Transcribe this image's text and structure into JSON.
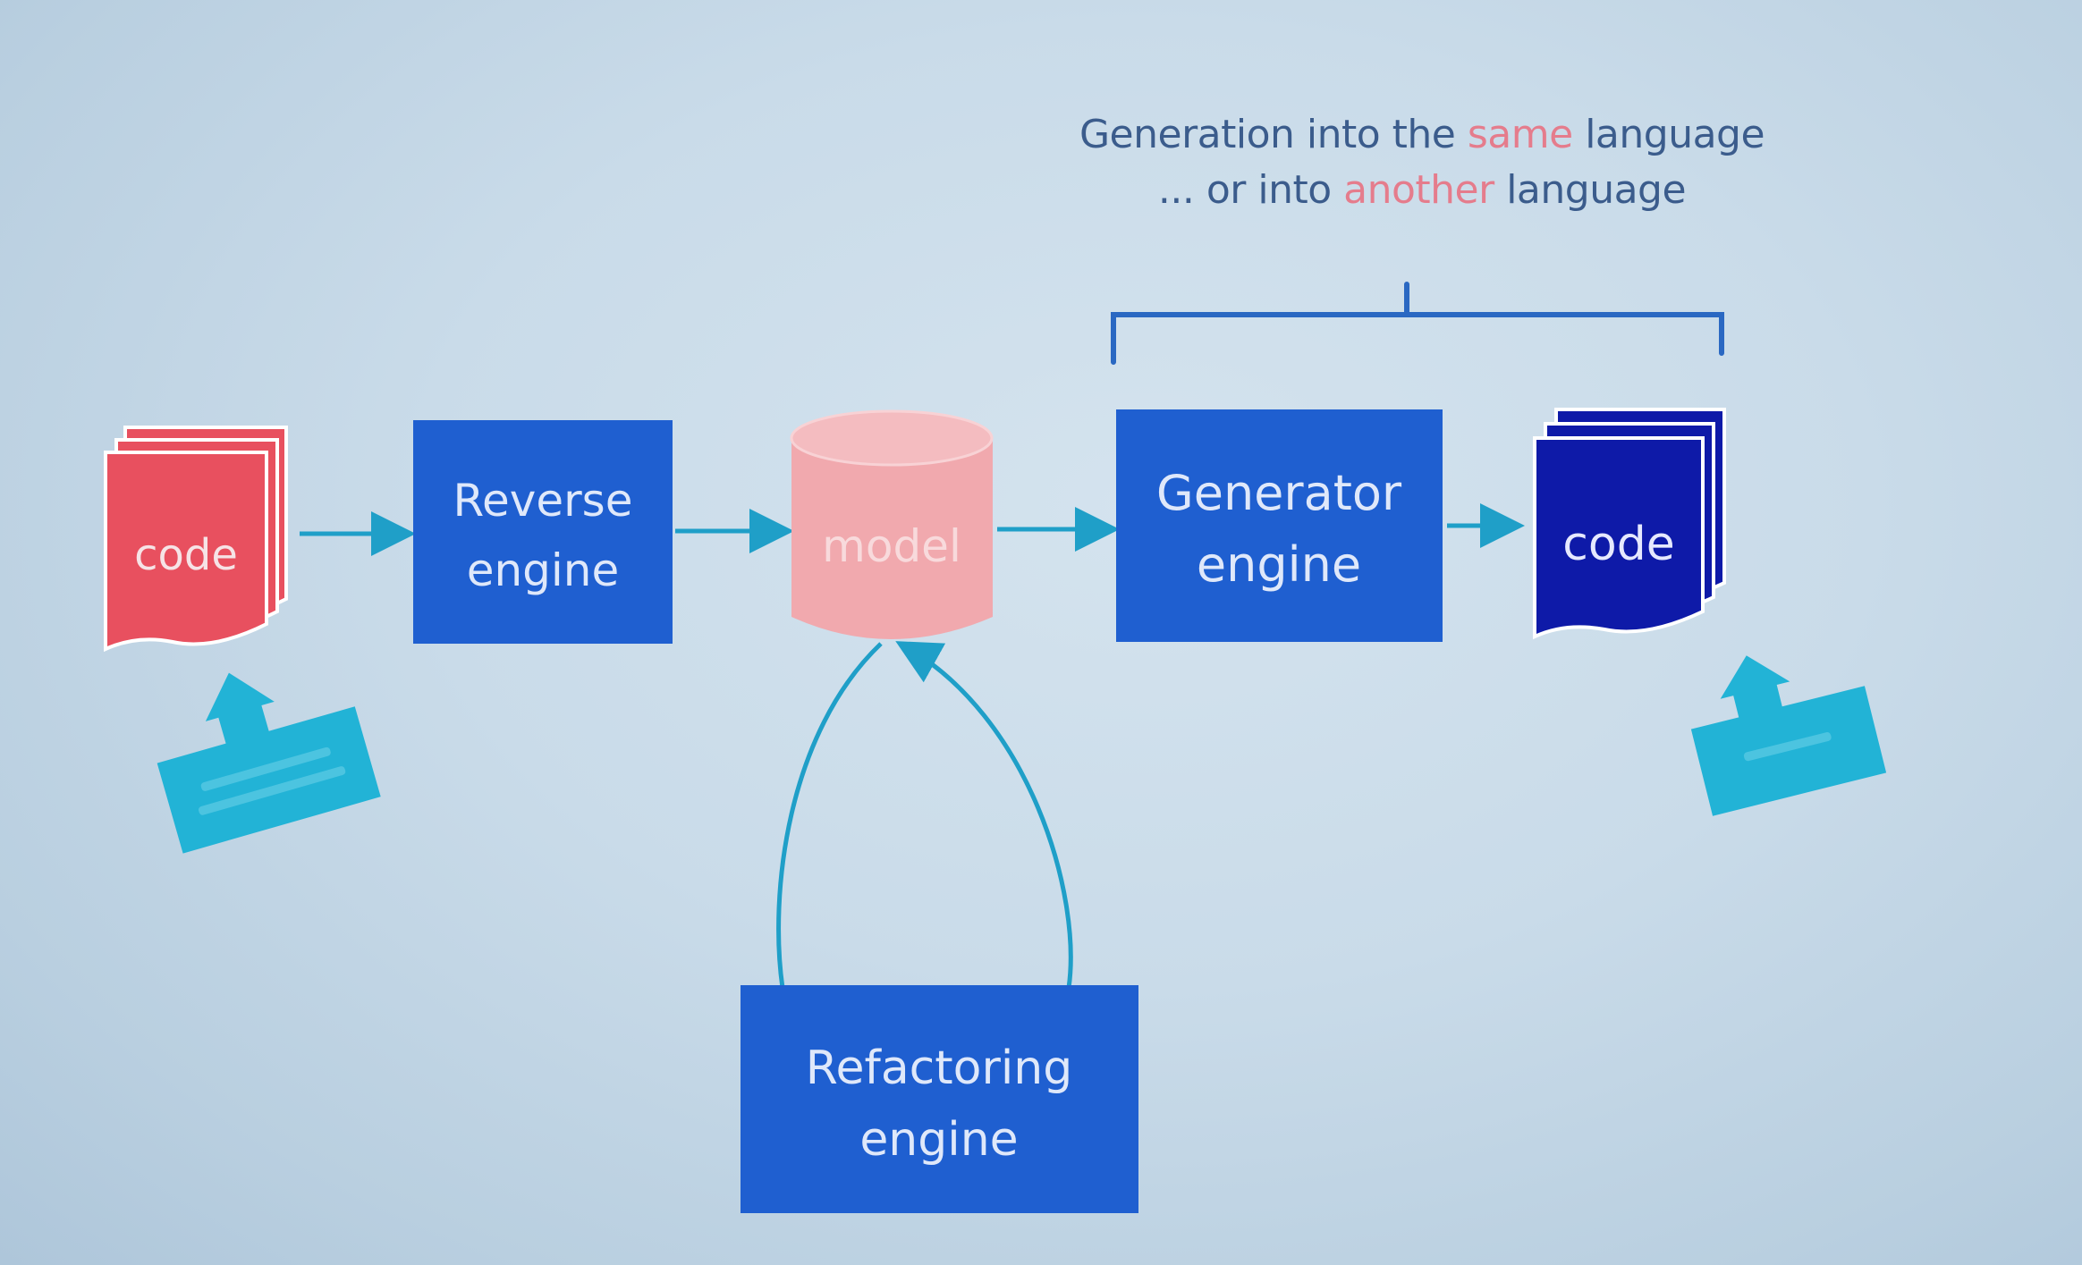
{
  "caption": {
    "line1_before": "Generation into the ",
    "line1_highlight": "same",
    "line1_after": " language",
    "line2_before": "... or into ",
    "line2_highlight": "another",
    "line2_after": " language"
  },
  "nodes": {
    "source_code_label": "code",
    "reverse_engine_line1": "Reverse",
    "reverse_engine_line2": "engine",
    "model_label": "model",
    "generator_engine_line1": "Generator",
    "generator_engine_line2": "engine",
    "target_code_label": "code",
    "refactoring_engine_line1": "Refactoring",
    "refactoring_engine_line2": "engine"
  },
  "colors": {
    "engine_box": "#1f5fd0",
    "source_code": "#e8505f",
    "model": "#f1a9ae",
    "target_code": "#0e1aa8",
    "connector": "#1f9fc8",
    "sticky_note": "#22b3d6",
    "caption_text": "#3b5c8c",
    "caption_highlight": "#e57c8c",
    "bracket": "#2a68c2"
  }
}
